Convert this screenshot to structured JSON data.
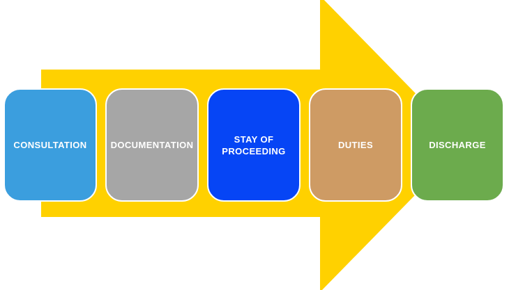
{
  "diagram": {
    "type": "process-arrow",
    "background_color": "#FFFFFF",
    "arrow": {
      "name": "right-block-arrow",
      "color": "#FFD100"
    },
    "label_text_color": "#FFFFFF",
    "steps": [
      {
        "label": "CONSULTATION",
        "color": "#3B9EDE"
      },
      {
        "label": "DOCUMENTATION",
        "color": "#A6A6A6"
      },
      {
        "label": "STAY OF\nPROCEEDING",
        "color": "#0645F5"
      },
      {
        "label": "DUTIES",
        "color": "#CE9B64"
      },
      {
        "label": "DISCHARGE",
        "color": "#6CAB4D"
      }
    ]
  }
}
